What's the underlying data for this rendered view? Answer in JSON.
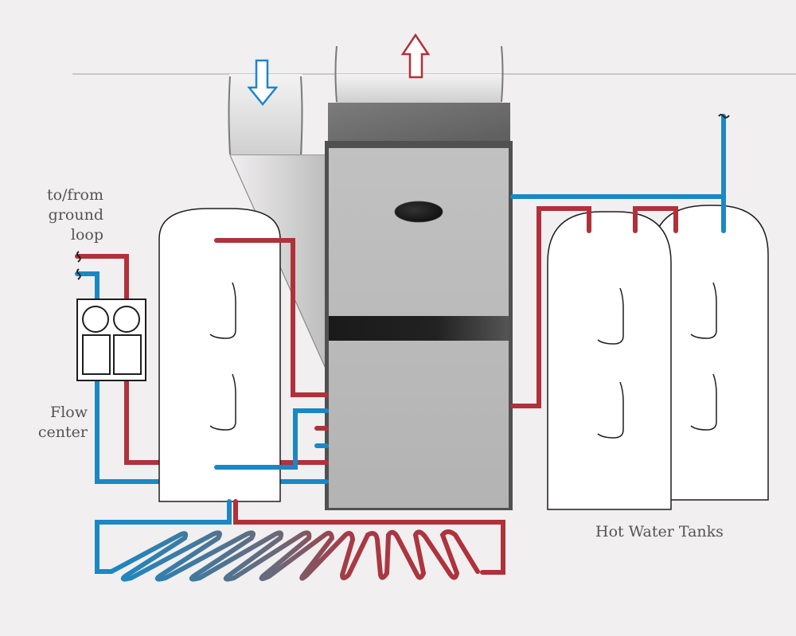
{
  "diagram": {
    "type": "geothermal-heat-pump-system",
    "labels": {
      "ground_loop": [
        "to/from",
        "ground",
        "loop"
      ],
      "flow_center": [
        "Flow",
        "center"
      ],
      "hot_water_tanks": "Hot Water Tanks"
    },
    "components": [
      {
        "id": "ceiling-line",
        "name": "Ceiling"
      },
      {
        "id": "return-duct",
        "name": "Return air duct",
        "flow": "down"
      },
      {
        "id": "supply-duct",
        "name": "Supply air plenum",
        "flow": "up"
      },
      {
        "id": "heat-pump",
        "name": "Geothermal heat pump unit"
      },
      {
        "id": "buffer-tank",
        "name": "Buffer tank"
      },
      {
        "id": "flow-center",
        "name": "Flow center"
      },
      {
        "id": "hot-water-tank-1",
        "name": "Hot water tank 1"
      },
      {
        "id": "hot-water-tank-2",
        "name": "Hot water tank 2"
      },
      {
        "id": "radiant-floor-loop",
        "name": "Radiant floor heating loop"
      }
    ],
    "colors": {
      "background": "#f1eff0",
      "hot_pipe": "#b0313a",
      "cold_pipe": "#1a88c4",
      "unit_body": "#bcbcbc",
      "unit_frame": "#505050",
      "unit_band": "#1c1c1c",
      "tank": "#ffffff",
      "label_text": "#555455"
    }
  }
}
